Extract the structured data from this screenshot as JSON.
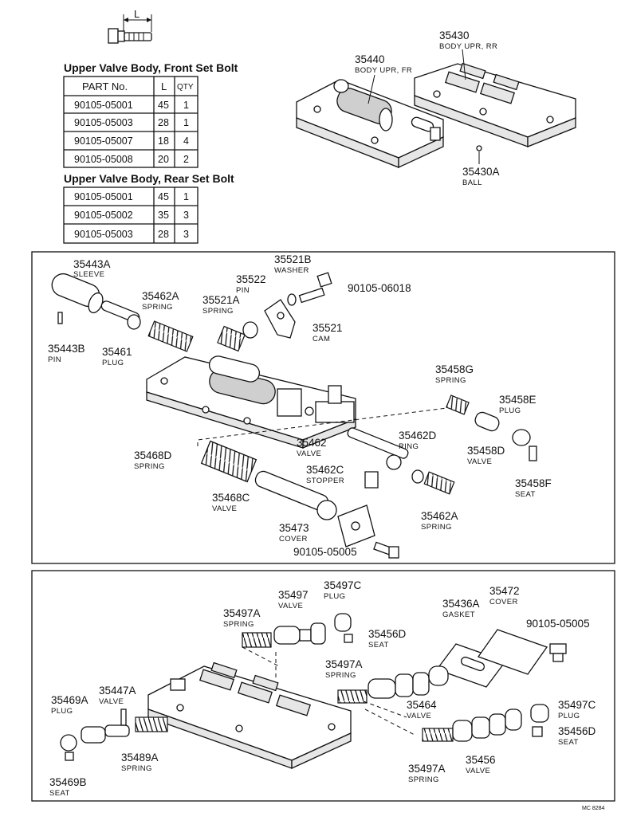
{
  "dimension_label": "L",
  "front_table": {
    "title": "Upper Valve Body, Front Set Bolt",
    "headers": {
      "part": "PART No.",
      "length": "L",
      "qty": "QTY"
    },
    "rows": [
      {
        "part": "90105-05001",
        "length": "45",
        "qty": "1"
      },
      {
        "part": "90105-05003",
        "length": "28",
        "qty": "1"
      },
      {
        "part": "90105-05007",
        "length": "18",
        "qty": "4"
      },
      {
        "part": "90105-05008",
        "length": "20",
        "qty": "2"
      }
    ]
  },
  "rear_table": {
    "title": "Upper Valve Body, Rear Set Bolt",
    "rows": [
      {
        "part": "90105-05001",
        "length": "45",
        "qty": "1"
      },
      {
        "part": "90105-05002",
        "length": "35",
        "qty": "3"
      },
      {
        "part": "90105-05003",
        "length": "28",
        "qty": "3"
      }
    ]
  },
  "top_parts": {
    "p35440": {
      "num": "35440",
      "name": "BODY UPR, FR"
    },
    "p35430": {
      "num": "35430",
      "name": "BODY UPR, RR"
    },
    "p35430A": {
      "num": "35430A",
      "name": "BALL"
    }
  },
  "front_box": {
    "p35443A": {
      "num": "35443A",
      "name": "SLEEVE"
    },
    "p35443B": {
      "num": "35443B",
      "name": "PIN"
    },
    "p35461": {
      "num": "35461",
      "name": "PLUG"
    },
    "p35462A_top": {
      "num": "35462A",
      "name": "SPRING"
    },
    "p35521A": {
      "num": "35521A",
      "name": "SPRING"
    },
    "p35522": {
      "num": "35522",
      "name": "PIN"
    },
    "p35521B": {
      "num": "35521B",
      "name": "WASHER"
    },
    "bolt_06018": {
      "num": "90105-06018"
    },
    "p35521": {
      "num": "35521",
      "name": "CAM"
    },
    "p35458G": {
      "num": "35458G",
      "name": "SPRING"
    },
    "p35458E": {
      "num": "35458E",
      "name": "PLUG"
    },
    "p35458D": {
      "num": "35458D",
      "name": "VALVE"
    },
    "p35458F": {
      "num": "35458F",
      "name": "SEAT"
    },
    "p35462": {
      "num": "35462",
      "name": "VALVE"
    },
    "p35462D": {
      "num": "35462D",
      "name": "RING"
    },
    "p35462C": {
      "num": "35462C",
      "name": "STOPPER"
    },
    "p35462A_bot": {
      "num": "35462A",
      "name": "SPRING"
    },
    "p35468D": {
      "num": "35468D",
      "name": "SPRING"
    },
    "p35468C": {
      "num": "35468C",
      "name": "VALVE"
    },
    "p35473": {
      "num": "35473",
      "name": "COVER"
    },
    "bolt_05005": {
      "num": "90105-05005"
    }
  },
  "rear_box": {
    "p35497A_1": {
      "num": "35497A",
      "name": "SPRING"
    },
    "p35497": {
      "num": "35497",
      "name": "VALVE"
    },
    "p35497C_1": {
      "num": "35497C",
      "name": "PLUG"
    },
    "p35456D_1": {
      "num": "35456D",
      "name": "SEAT"
    },
    "p35436A": {
      "num": "35436A",
      "name": "GASKET"
    },
    "p35472": {
      "num": "35472",
      "name": "COVER"
    },
    "bolt_05005": {
      "num": "90105-05005"
    },
    "p35497A_2": {
      "num": "35497A",
      "name": "SPRING"
    },
    "p35464": {
      "num": "35464",
      "name": "VALVE"
    },
    "p35469A": {
      "num": "35469A",
      "name": "PLUG"
    },
    "p35447A": {
      "num": "35447A",
      "name": "VALVE"
    },
    "p35489A": {
      "num": "35489A",
      "name": "SPRING"
    },
    "p35469B": {
      "num": "35469B",
      "name": "SEAT"
    },
    "p35497C_2": {
      "num": "35497C",
      "name": "PLUG"
    },
    "p35456D_2": {
      "num": "35456D",
      "name": "SEAT"
    },
    "p35497A_3": {
      "num": "35497A",
      "name": "SPRING"
    },
    "p35456": {
      "num": "35456",
      "name": "VALVE"
    }
  },
  "footer_code": "MC 8284"
}
